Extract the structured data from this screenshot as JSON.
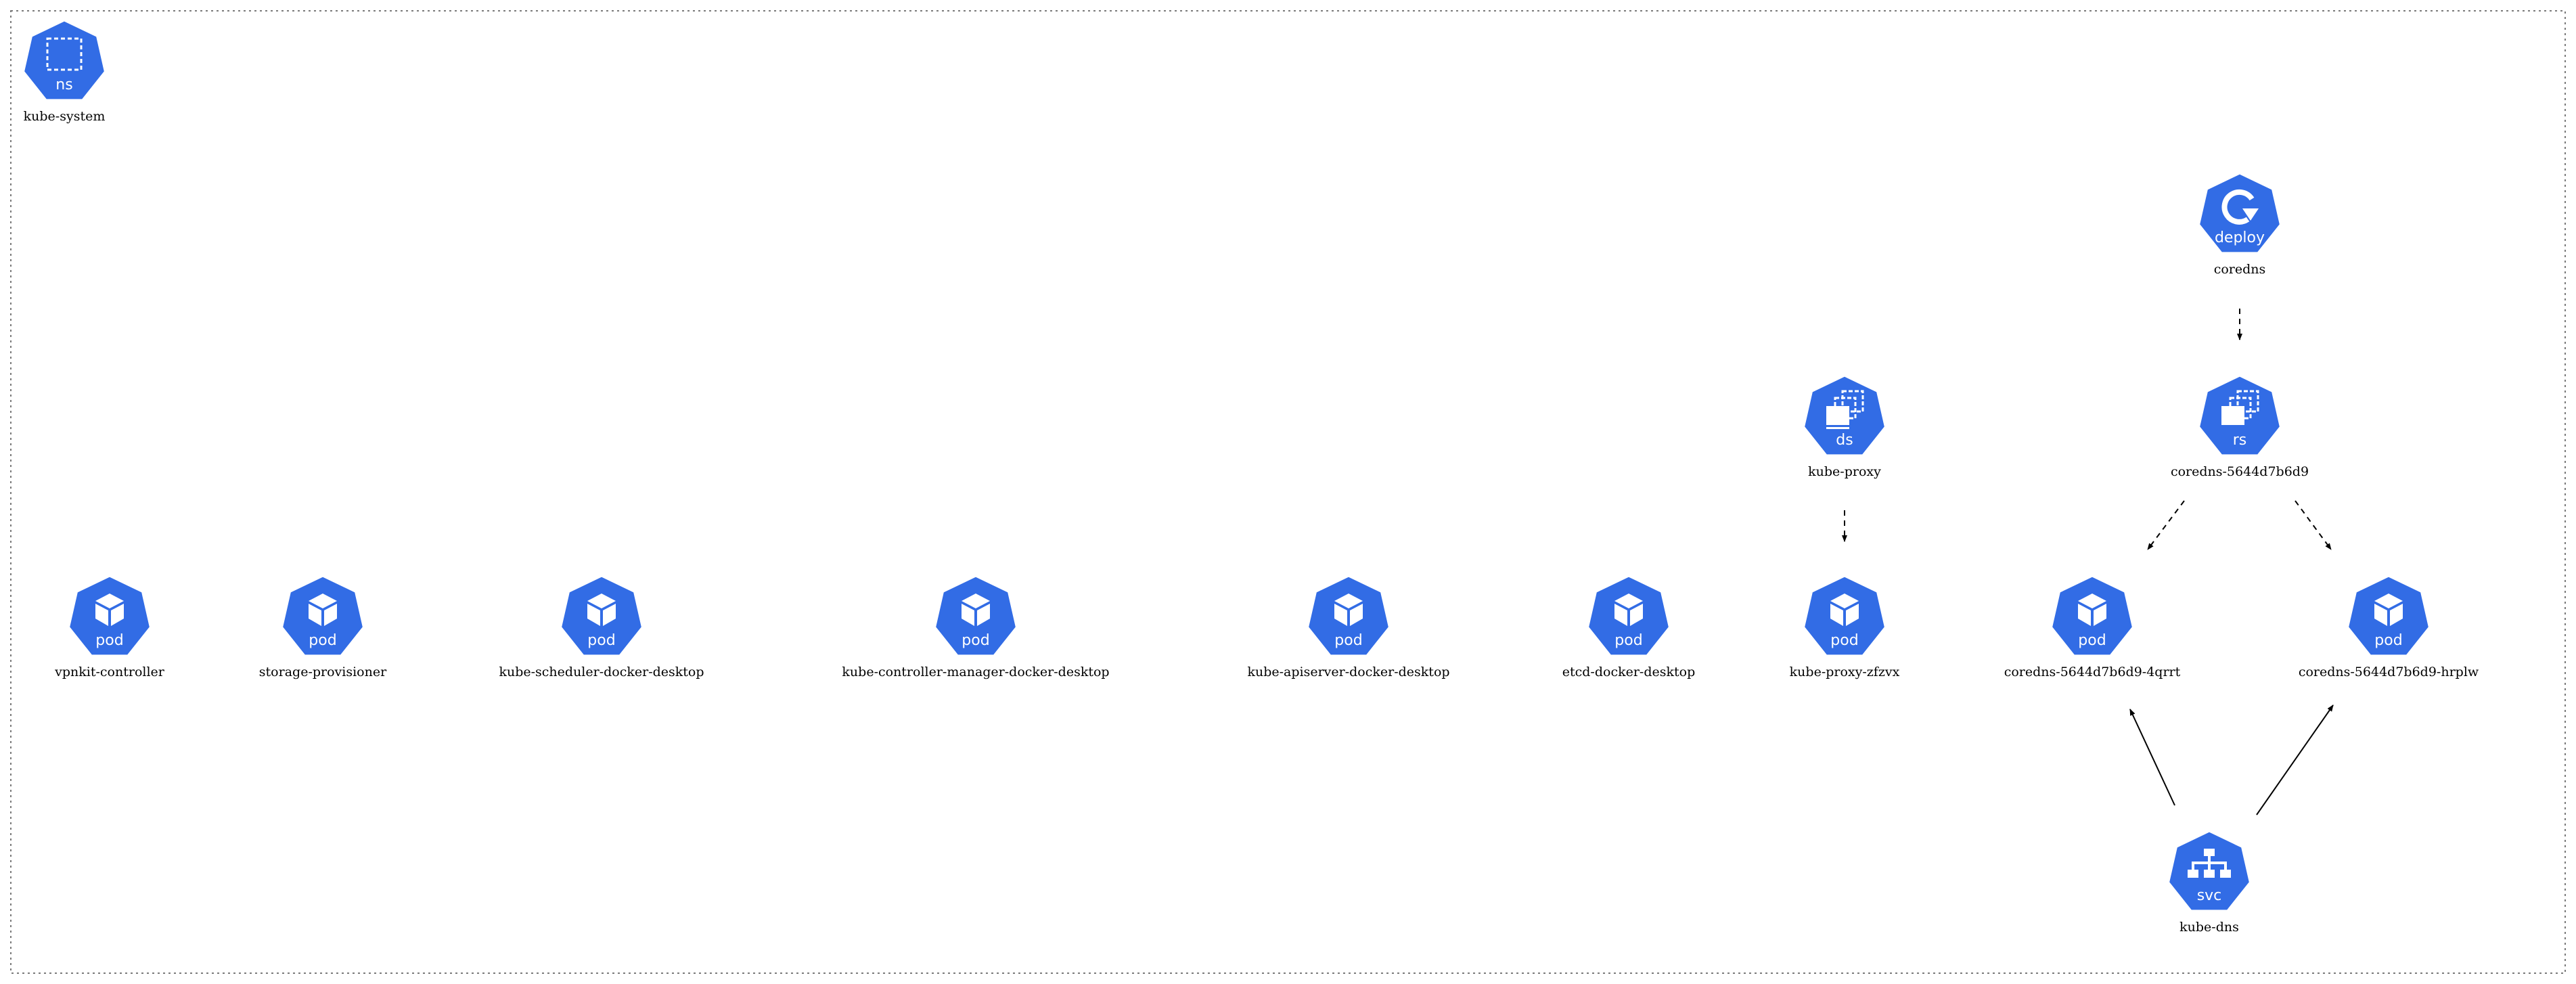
{
  "colors": {
    "node_fill": "#326ce5",
    "icon": "#ffffff",
    "edge": "#000000",
    "label": "#000000",
    "cluster_border": "#7a7a7a"
  },
  "cluster": {
    "name": "kube-system",
    "kind": "ns"
  },
  "nodes": {
    "ns": {
      "kind": "ns",
      "label": "kube-system",
      "icon": "namespace-icon"
    },
    "deploy_coredns": {
      "kind": "deploy",
      "label": "coredns",
      "icon": "deployment-icon"
    },
    "ds_kube_proxy": {
      "kind": "ds",
      "label": "kube-proxy",
      "icon": "daemonset-icon"
    },
    "rs_coredns": {
      "kind": "rs",
      "label": "coredns-5644d7b6d9",
      "icon": "replicaset-icon"
    },
    "pod_vpnkit": {
      "kind": "pod",
      "label": "vpnkit-controller",
      "icon": "pod-icon"
    },
    "pod_storage": {
      "kind": "pod",
      "label": "storage-provisioner",
      "icon": "pod-icon"
    },
    "pod_scheduler": {
      "kind": "pod",
      "label": "kube-scheduler-docker-desktop",
      "icon": "pod-icon"
    },
    "pod_controller": {
      "kind": "pod",
      "label": "kube-controller-manager-docker-desktop",
      "icon": "pod-icon"
    },
    "pod_apiserver": {
      "kind": "pod",
      "label": "kube-apiserver-docker-desktop",
      "icon": "pod-icon"
    },
    "pod_etcd": {
      "kind": "pod",
      "label": "etcd-docker-desktop",
      "icon": "pod-icon"
    },
    "pod_proxy": {
      "kind": "pod",
      "label": "kube-proxy-zfzvx",
      "icon": "pod-icon"
    },
    "pod_coredns_1": {
      "kind": "pod",
      "label": "coredns-5644d7b6d9-4qrrt",
      "icon": "pod-icon"
    },
    "pod_coredns_2": {
      "kind": "pod",
      "label": "coredns-5644d7b6d9-hrplw",
      "icon": "pod-icon"
    },
    "svc_kube_dns": {
      "kind": "svc",
      "label": "kube-dns",
      "icon": "service-icon"
    }
  },
  "edges": [
    {
      "from": "deploy_coredns",
      "to": "rs_coredns",
      "style": "dashed"
    },
    {
      "from": "ds_kube_proxy",
      "to": "pod_proxy",
      "style": "dashed"
    },
    {
      "from": "rs_coredns",
      "to": "pod_coredns_1",
      "style": "dashed"
    },
    {
      "from": "rs_coredns",
      "to": "pod_coredns_2",
      "style": "dashed"
    },
    {
      "from": "svc_kube_dns",
      "to": "pod_coredns_1",
      "style": "solid"
    },
    {
      "from": "svc_kube_dns",
      "to": "pod_coredns_2",
      "style": "solid"
    }
  ]
}
